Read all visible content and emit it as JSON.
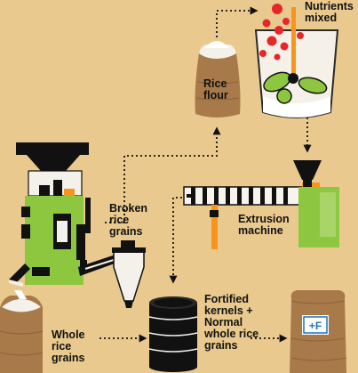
{
  "labels": {
    "nutrients_mixed": "Nutrients mixed",
    "rice_flour": "Rice flour",
    "broken_rice_grains": "Broken rice grains",
    "extrusion_machine": "Extrusion machine",
    "fortified_kernels": "Fortified kernels + Normal whole rice grains",
    "whole_rice_grains": "Whole rice grains",
    "bag_logo": "+F"
  },
  "colors": {
    "background": "#e9c98e",
    "machine_green": "#8dc63f",
    "sack_brown": "#a87a4a",
    "accent_orange": "#f7941d",
    "nutrient_red": "#e8262a",
    "logo_blue": "#1b75bc",
    "ink": "#111111"
  }
}
